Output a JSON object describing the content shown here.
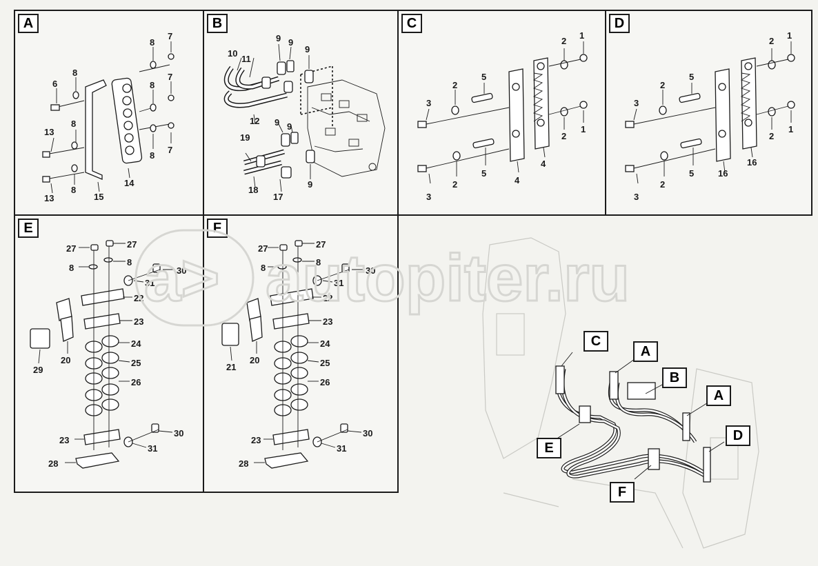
{
  "panels": {
    "A": {
      "letter": "A",
      "labels": [
        "7",
        "8",
        "8",
        "7",
        "8",
        "6",
        "13",
        "8",
        "7",
        "8",
        "13",
        "8",
        "15",
        "14"
      ]
    },
    "B": {
      "letter": "B",
      "labels": [
        "9",
        "9",
        "9",
        "10",
        "11",
        "12",
        "9",
        "9",
        "19",
        "18",
        "17",
        "9"
      ]
    },
    "C": {
      "letter": "C",
      "labels": [
        "1",
        "2",
        "5",
        "2",
        "3",
        "2",
        "1",
        "2",
        "1",
        "3",
        "2",
        "5",
        "4",
        "4"
      ]
    },
    "D": {
      "letter": "D",
      "labels": [
        "1",
        "2",
        "5",
        "2",
        "3",
        "2",
        "1",
        "2",
        "1",
        "3",
        "2",
        "5",
        "16",
        "16"
      ]
    },
    "E": {
      "letter": "E",
      "labels": [
        "27",
        "27",
        "8",
        "8",
        "30",
        "31",
        "22",
        "23",
        "24",
        "25",
        "26",
        "29",
        "20",
        "23",
        "30",
        "31",
        "28"
      ]
    },
    "F": {
      "letter": "F",
      "labels": [
        "27",
        "27",
        "8",
        "8",
        "30",
        "31",
        "22",
        "23",
        "24",
        "25",
        "26",
        "21",
        "20",
        "23",
        "30",
        "31",
        "28"
      ]
    }
  },
  "overview": {
    "callouts": [
      "C",
      "A",
      "B",
      "A",
      "E",
      "D",
      "F"
    ]
  },
  "watermark": {
    "text": "autopiter.ru"
  },
  "colors": {
    "line": "#1a1a1a",
    "background": "#f3f3ef",
    "watermark": "#d6d6d2"
  }
}
